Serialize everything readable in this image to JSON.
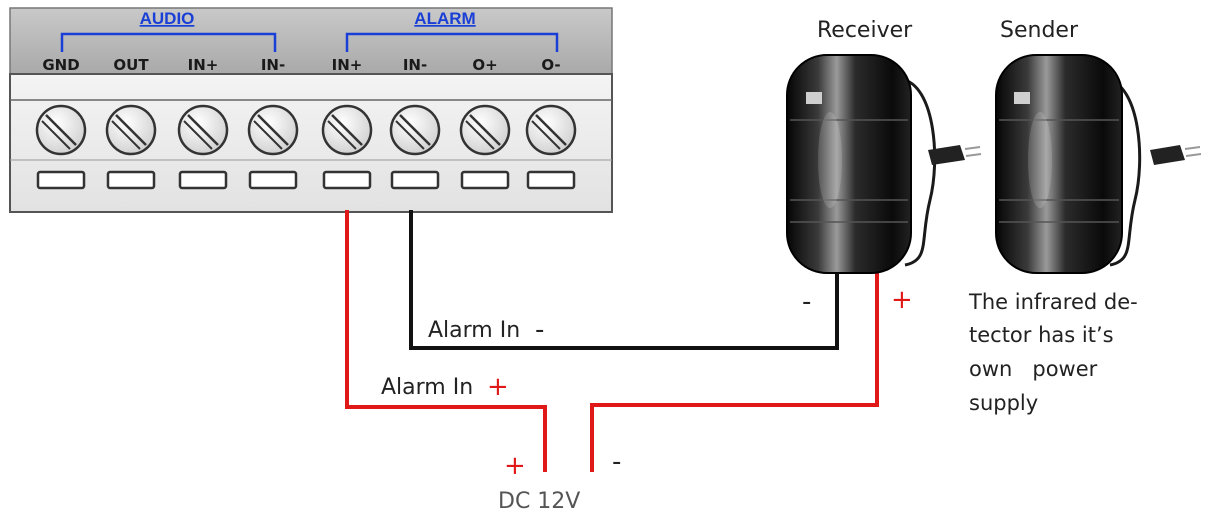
{
  "terminal_block": {
    "groups": [
      {
        "label": "AUDIO"
      },
      {
        "label": "ALARM"
      }
    ],
    "terminals": [
      "GND",
      "OUT",
      "IN+",
      "IN-",
      "IN+",
      "IN-",
      "O+",
      "O-"
    ]
  },
  "devices": {
    "receiver": {
      "label": "Receiver",
      "minus": "-",
      "plus": "+"
    },
    "sender": {
      "label": "Sender"
    }
  },
  "wires": {
    "alarm_in_minus": {
      "text": "Alarm In",
      "sign": "-"
    },
    "alarm_in_plus": {
      "text": "Alarm In",
      "sign": "+"
    }
  },
  "power": {
    "label": "DC 12V",
    "plus": "+",
    "minus": "-"
  },
  "note": {
    "lines": [
      "The infrared de-",
      "tector has it’s",
      "own   power",
      "supply"
    ]
  },
  "colors": {
    "wire_red": "#e01818",
    "wire_black": "#111111",
    "group_blue": "#1a3fd6"
  }
}
